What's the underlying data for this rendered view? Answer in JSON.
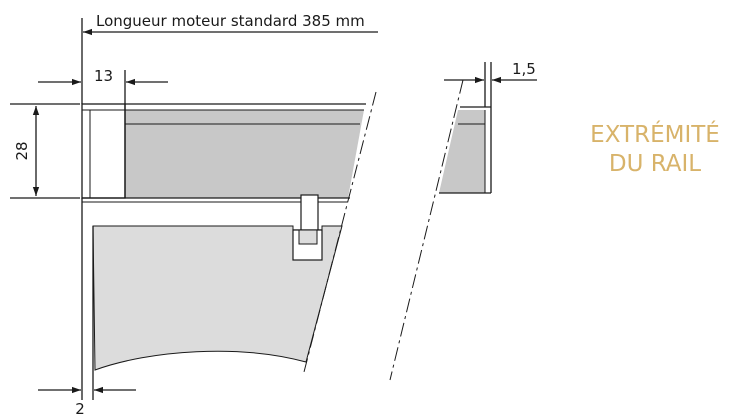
{
  "dimensions": {
    "motor_length_label": "Longueur moteur standard 385 mm",
    "width_13": "13",
    "height_28": "28",
    "end_gap": "1,5",
    "side_gap": "2"
  },
  "title": {
    "line1": "EXTRÉMITÉ",
    "line2": "DU RAIL"
  },
  "colors": {
    "accent": "#d8b36a",
    "fill_dark": "#c8c8c8",
    "fill_light": "#dcdcdc",
    "line": "#1a1a1a"
  }
}
